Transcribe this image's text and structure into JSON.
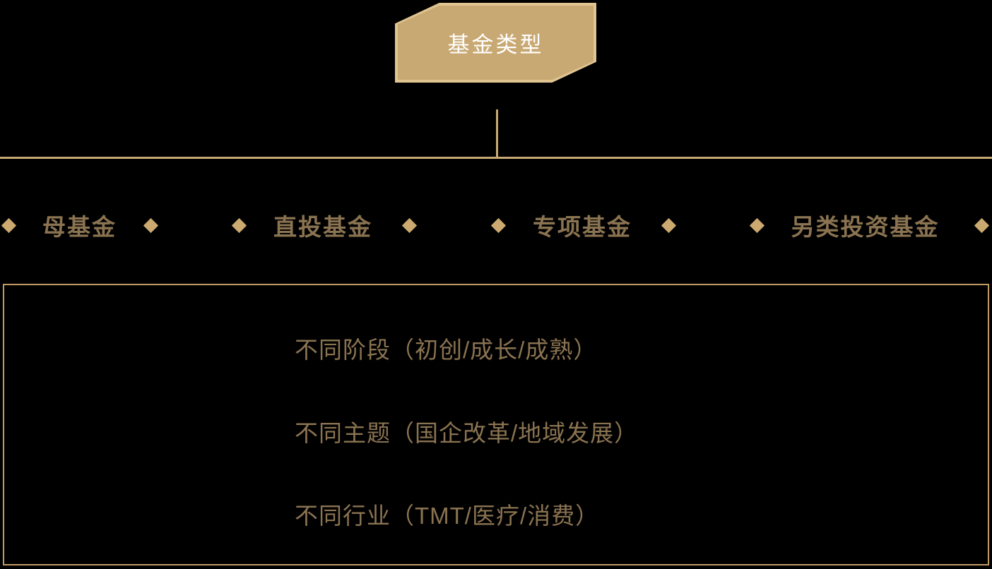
{
  "diagram": {
    "title": "基金类型",
    "root": {
      "label": "基金类型",
      "fill_color": "#C9A973",
      "text_color": "#FFFFFF"
    },
    "connector_color": "#C9A973",
    "categories": [
      {
        "label": "母基金"
      },
      {
        "label": "直投基金"
      },
      {
        "label": "专项基金"
      },
      {
        "label": "另类投资基金"
      }
    ],
    "category_color": "#8A7351",
    "bullet_color": "#CBA96F",
    "detail_box": {
      "border_color": "#C09A64",
      "items": [
        "不同阶段（初创/成长/成熟）",
        "不同主题（国企改革/地域发展）",
        "不同行业（TMT/医疗/消费）"
      ]
    }
  }
}
